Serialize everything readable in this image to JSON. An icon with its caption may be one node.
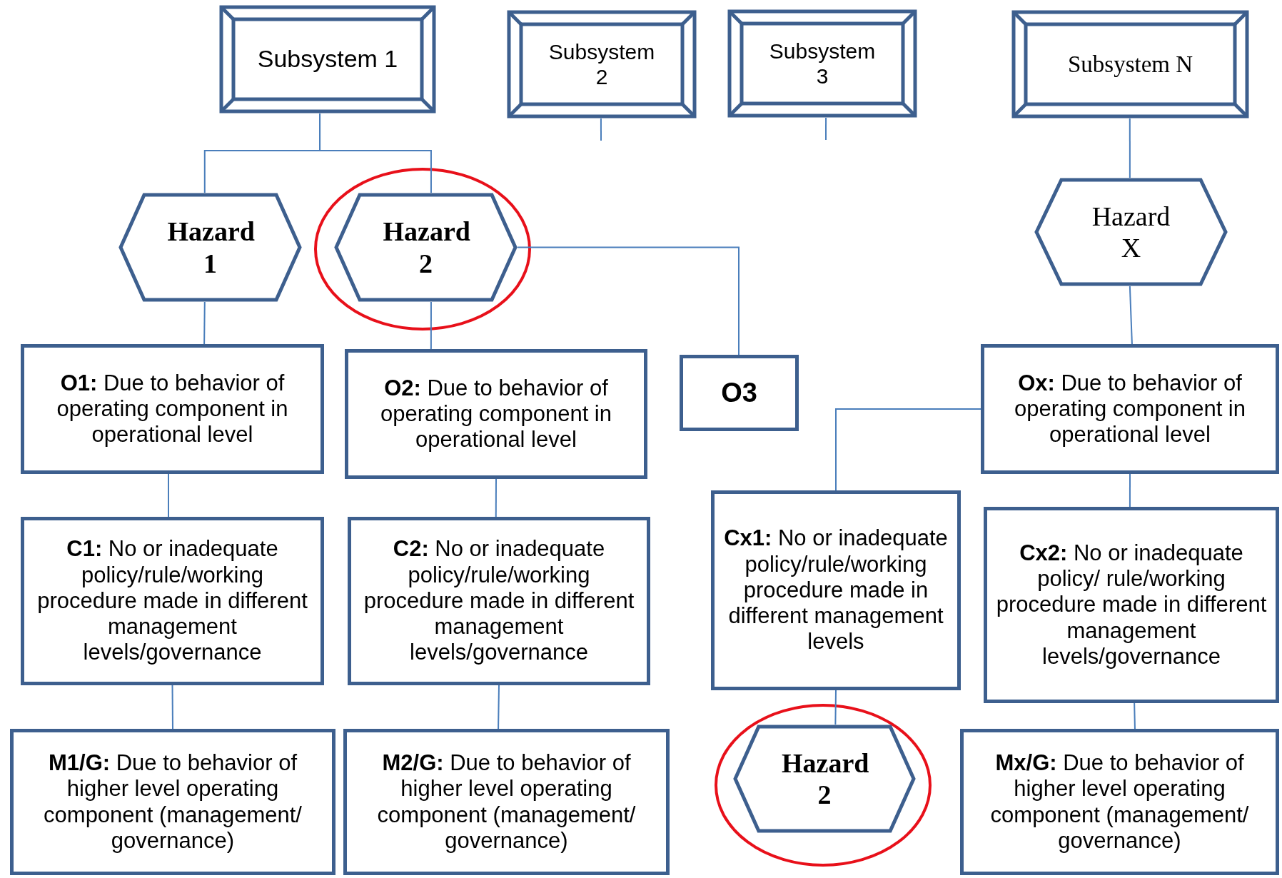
{
  "diagram": {
    "nodes": [
      {
        "text": [
          "Subsystem 1"
        ]
      },
      {
        "text": [
          "Subsystem 2"
        ]
      },
      {
        "text": [
          "Subsystem 3"
        ]
      },
      {
        "text": [
          "Subsystem N"
        ]
      },
      {
        "text": [
          "Hazard 1"
        ]
      },
      {
        "text": [
          "Hazard 2"
        ]
      },
      {
        "text": [
          "Hazard X"
        ]
      },
      {
        "text": [
          "**O1:** Due to behavior of operating component in operational level"
        ]
      },
      {
        "text": [
          "**O2:** Due to behavior of operating component in operational level"
        ]
      },
      {
        "text": [
          "O3"
        ]
      },
      {
        "text": [
          "**Ox:** Due to behavior of operating component in operational level"
        ]
      },
      {
        "text": [
          "**C1:** No or inadequate policy/rule/working procedure made in different management levels/governance"
        ]
      },
      {
        "text": [
          "**C2:** No or inadequate policy/rule/working procedure made in different management levels/governance"
        ]
      },
      {
        "text": [
          "**Cx1:** No or inadequate policy/rule/working procedure made in different management levels"
        ]
      },
      {
        "text": [
          "**Cx2:** No or inadequate policy/ rule/working procedure made in different management levels/governance"
        ]
      },
      {
        "text": [
          "**M1/G:** Due to behavior of higher level operating component (management/ governance)"
        ]
      },
      {
        "text": [
          "**M2/G:** Due to behavior of higher level operating component (management/ governance)"
        ]
      },
      {
        "text": [
          "Hazard 2"
        ]
      },
      {
        "text": [
          "**Mx/G:** Due to behavior of higher level operating component (management/ governance)"
        ]
      }
    ],
    "edges": [
      {
        "from": 0,
        "to": 4,
        "arrow": "none"
      },
      {
        "from": 0,
        "to": 5,
        "arrow": "none"
      },
      {
        "from": 1,
        "to": null,
        "arrow": "none"
      },
      {
        "from": 2,
        "to": null,
        "arrow": "none"
      },
      {
        "from": 3,
        "to": 6,
        "arrow": "none"
      },
      {
        "from": 4,
        "to": 7,
        "arrow": "none"
      },
      {
        "from": 5,
        "to": 8,
        "arrow": "none"
      },
      {
        "from": 5,
        "to": 9,
        "arrow": "none"
      },
      {
        "from": 6,
        "to": 10,
        "arrow": "none"
      },
      {
        "from": 7,
        "to": 11,
        "arrow": "none"
      },
      {
        "from": 8,
        "to": 12,
        "arrow": "none"
      },
      {
        "from": 10,
        "to": 13,
        "arrow": "none"
      },
      {
        "from": 10,
        "to": 14,
        "arrow": "none"
      },
      {
        "from": 11,
        "to": 15,
        "arrow": "none"
      },
      {
        "from": 12,
        "to": 16,
        "arrow": "none"
      },
      {
        "from": 13,
        "to": 17,
        "arrow": "none"
      },
      {
        "from": 14,
        "to": 18,
        "arrow": "none"
      }
    ]
  }
}
